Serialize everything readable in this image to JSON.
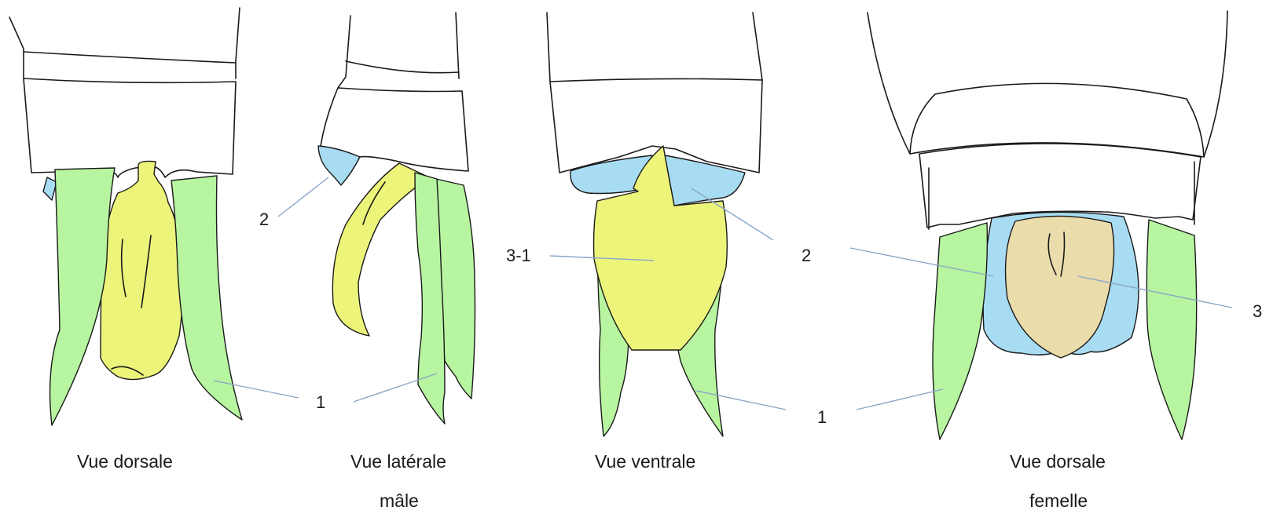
{
  "colors": {
    "cerci_green": "#b7f5a0",
    "paraproct_blue": "#a8dcf2",
    "epiproct_yellow": "#ecf57a",
    "female_plate_tan": "#ebdcab",
    "leader_line": "#8aa6c8"
  },
  "panels": [
    {
      "caption": "Vue dorsale",
      "labels": [
        "1"
      ]
    },
    {
      "caption": "Vue latérale",
      "subcaption": "mâle",
      "labels": [
        "2",
        "1"
      ]
    },
    {
      "caption": "Vue ventrale",
      "labels": [
        "3-1",
        "2",
        "1"
      ]
    },
    {
      "caption": "Vue dorsale",
      "subcaption": "femelle",
      "labels": [
        "2",
        "3",
        "1"
      ]
    }
  ]
}
